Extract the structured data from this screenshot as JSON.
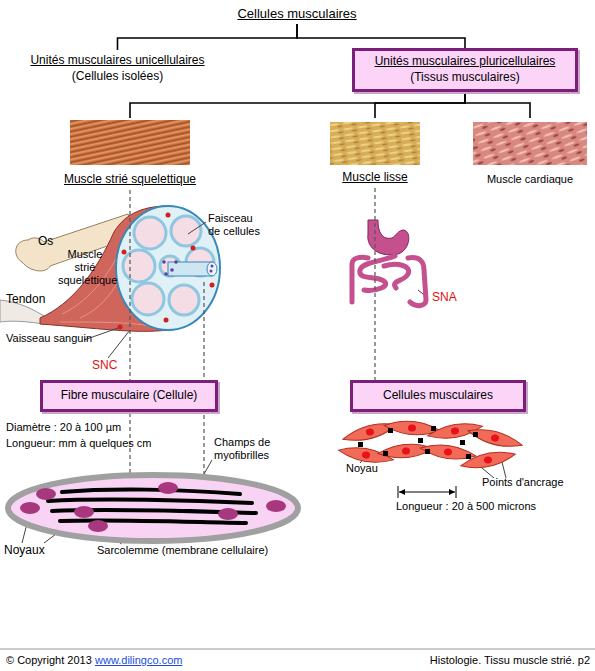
{
  "diagram": {
    "nodes": [
      {
        "text": [
          "Cellules musculaires"
        ]
      },
      {
        "text": [
          "Unités musculaires unicellulaires",
          "(Cellules isolées)"
        ]
      },
      {
        "text": [
          "Unités musculaires pluricellulaires",
          "(Tissus musculaires)"
        ]
      },
      {
        "text": [
          "Muscle strié squelettique"
        ]
      },
      {
        "text": [
          "Muscle lisse"
        ]
      },
      {
        "text": [
          "Muscle cardiaque"
        ]
      },
      {
        "text": [
          "Fibre musculaire (Cellule)"
        ]
      },
      {
        "text": [
          "Cellules musculaires"
        ]
      }
    ],
    "edges": [
      {
        "from": 0,
        "to": 1,
        "arrow": "none"
      },
      {
        "from": 0,
        "to": 2,
        "arrow": "none"
      },
      {
        "from": 2,
        "to": 3,
        "arrow": "none"
      },
      {
        "from": 2,
        "to": 4,
        "arrow": "none"
      },
      {
        "from": 2,
        "to": 5,
        "arrow": "none"
      },
      {
        "from": 3,
        "to": 6,
        "arrow": "none"
      },
      {
        "from": 4,
        "to": 7,
        "arrow": "none"
      }
    ],
    "labels": [
      "Os",
      "Muscle strié squelettique",
      "Tendon",
      "Vaisseau sanguin",
      "SNC",
      "Faisceau de cellules",
      "SNA",
      "Diamètre : 20 à 100 µm",
      "Longueur: mm à quelques cm",
      "Champs de myofibrilles",
      "Noyaux",
      "Sarcolemme (membrane cellulaire)",
      "Noyau",
      "Points d'ancrage",
      "Longueur : 20 à 500 microns",
      "© Copyright 2013",
      "www.dilingco.com",
      "Histologie. Tissu muscle strié. p2"
    ]
  }
}
